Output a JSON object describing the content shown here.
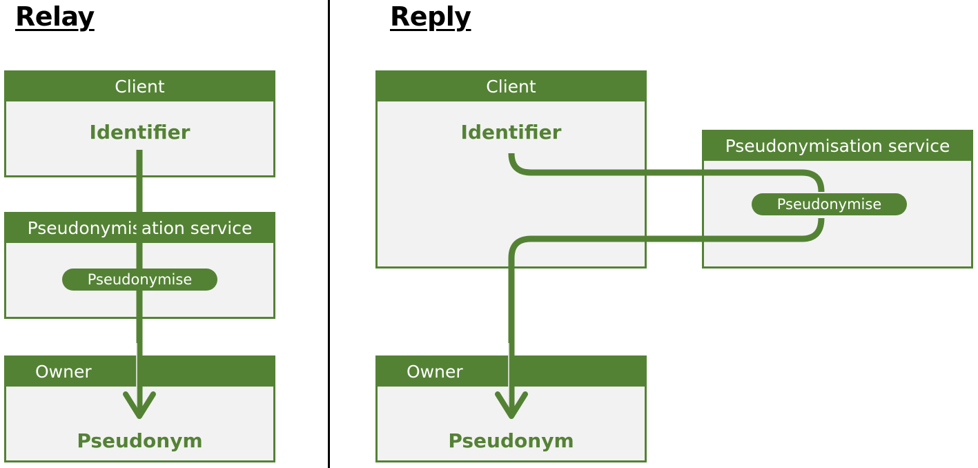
{
  "relay": {
    "heading": "Relay",
    "client": {
      "header": "Client",
      "content": "Identifier"
    },
    "service": {
      "header": "Pseudonymisation service",
      "action": "Pseudonymise"
    },
    "owner": {
      "header": "Owner",
      "content": "Pseudonym"
    }
  },
  "reply": {
    "heading": "Reply",
    "client": {
      "header": "Client",
      "content": "Identifier"
    },
    "service": {
      "header": "Pseudonymisation service",
      "action": "Pseudonymise"
    },
    "owner": {
      "header": "Owner",
      "content": "Pseudonym"
    }
  },
  "colors": {
    "accent": "#548235",
    "box_fill": "#f2f2f2",
    "divider": "#000000"
  }
}
